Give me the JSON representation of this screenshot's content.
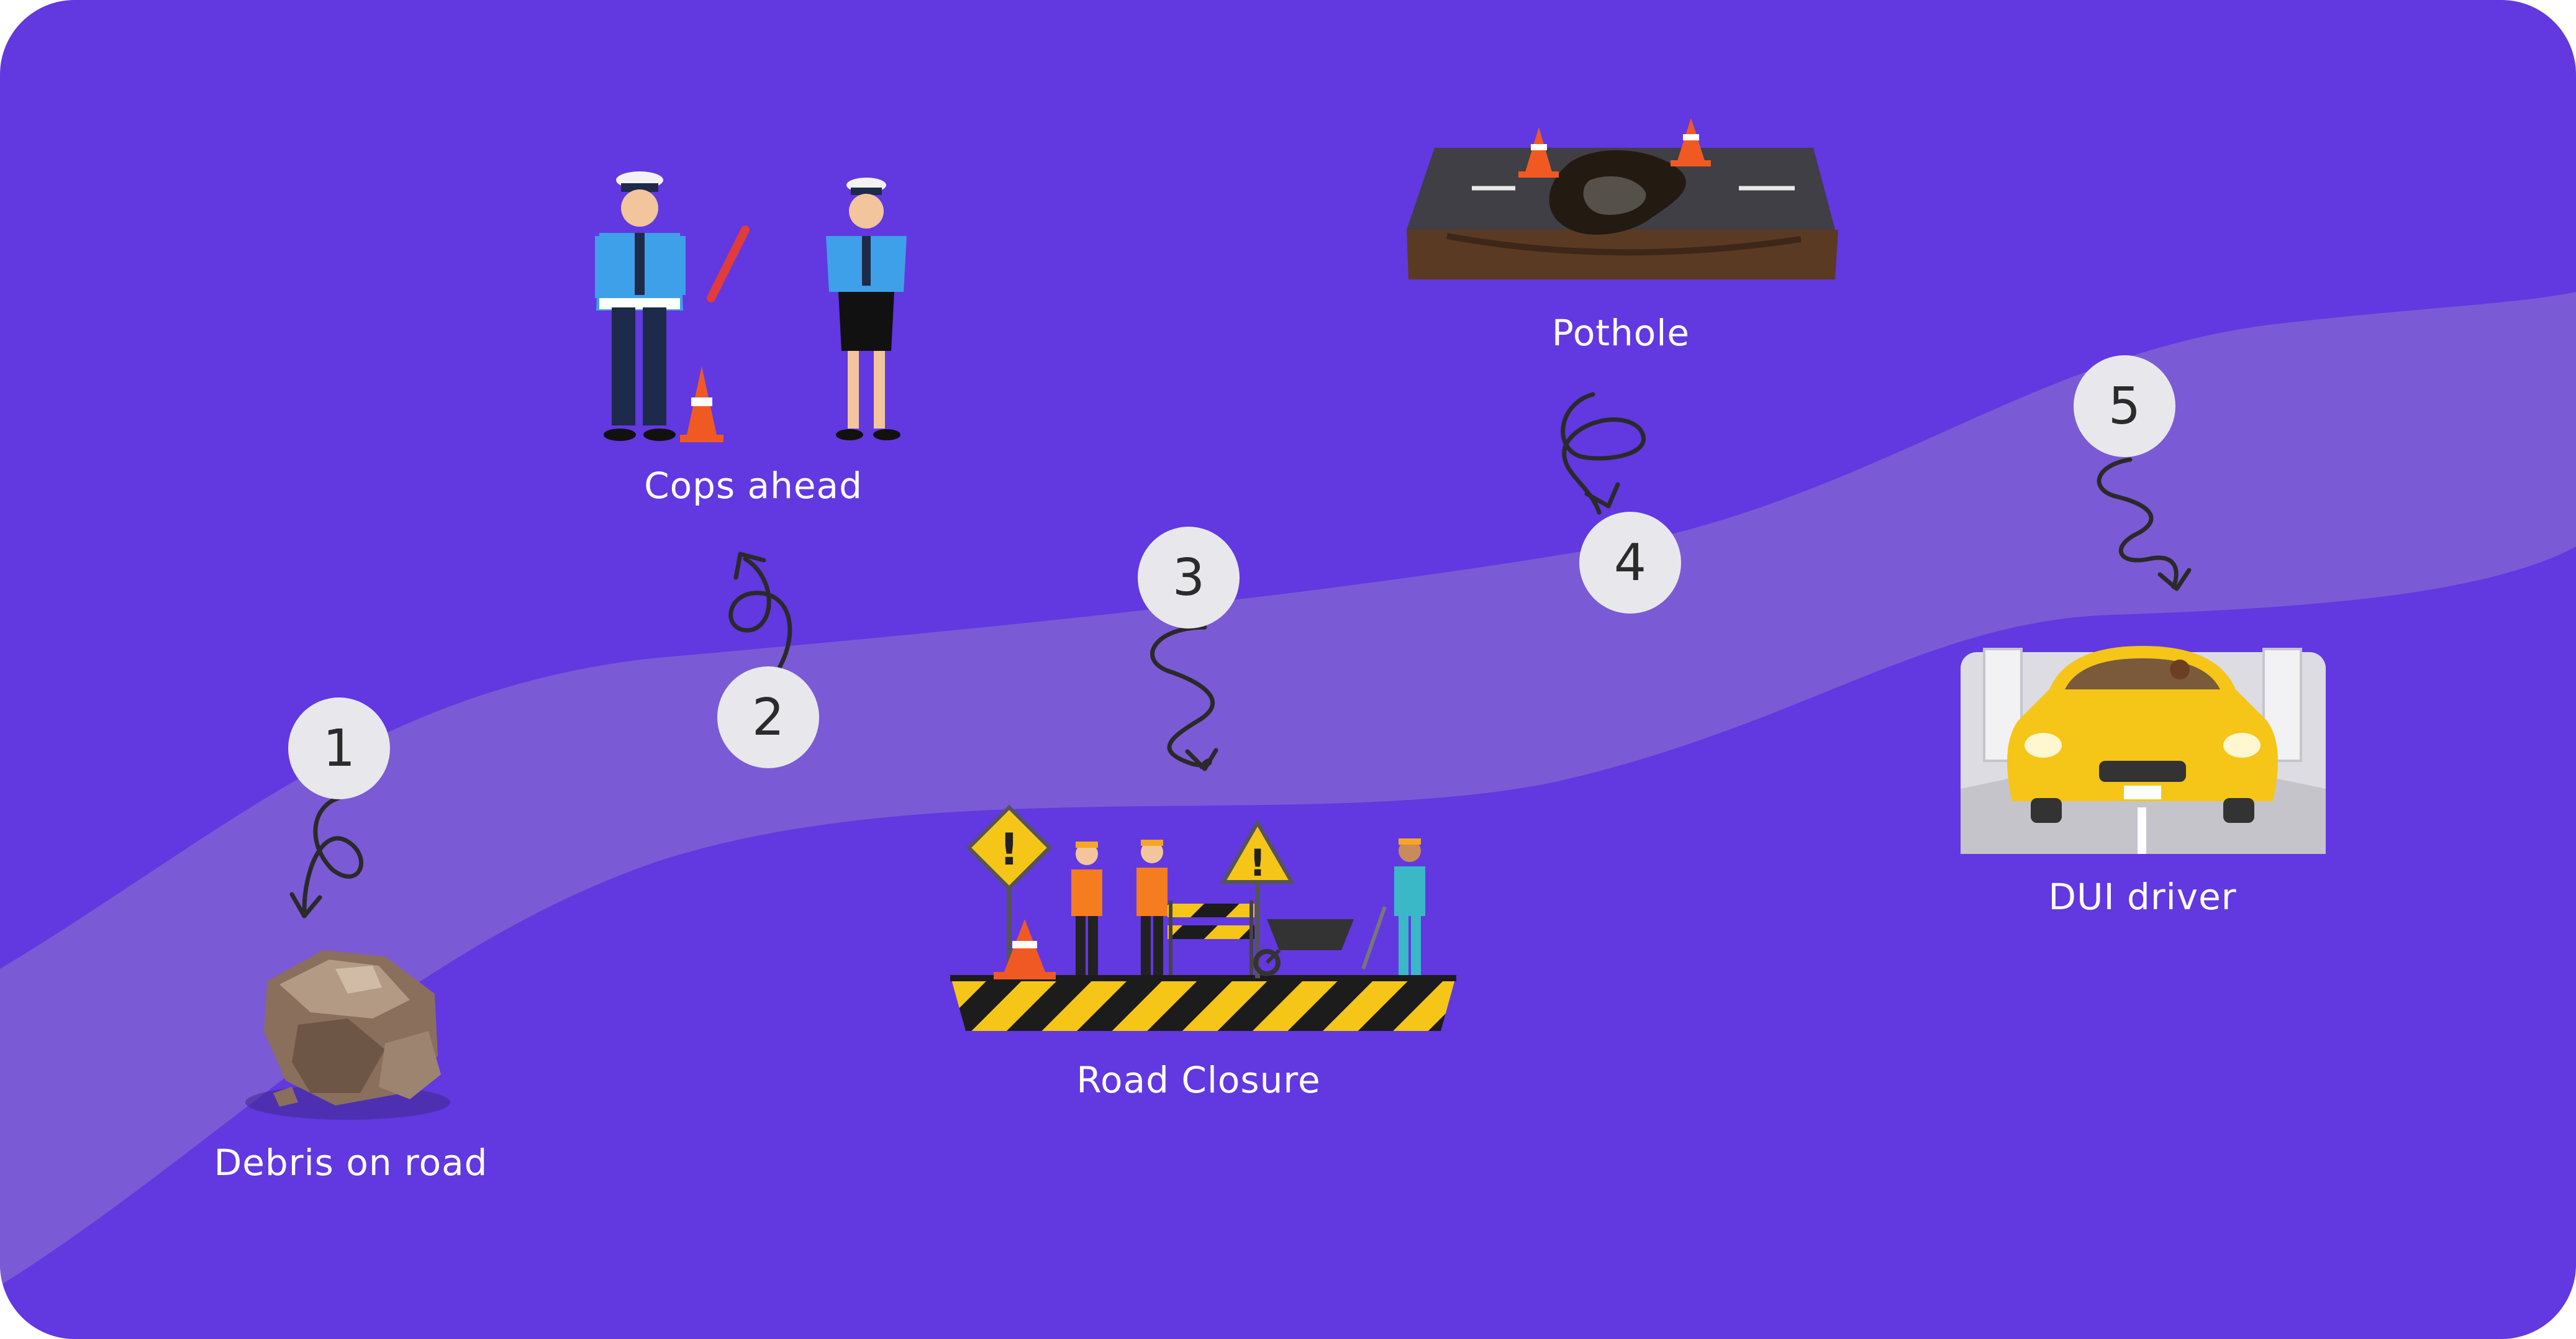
{
  "colors": {
    "background": "#6238e0",
    "road": "#7b5ad5",
    "badge": "#e8e8ec",
    "label": "#ffffff"
  },
  "steps": [
    {
      "number": "1",
      "label": "Debris on road",
      "icon": "debris-icon"
    },
    {
      "number": "2",
      "label": "Cops ahead",
      "icon": "police-officers-icon"
    },
    {
      "number": "3",
      "label": "Road Closure",
      "icon": "road-closure-icon"
    },
    {
      "number": "4",
      "label": "Pothole",
      "icon": "pothole-icon"
    },
    {
      "number": "5",
      "label": "DUI driver",
      "icon": "dui-car-icon"
    }
  ]
}
